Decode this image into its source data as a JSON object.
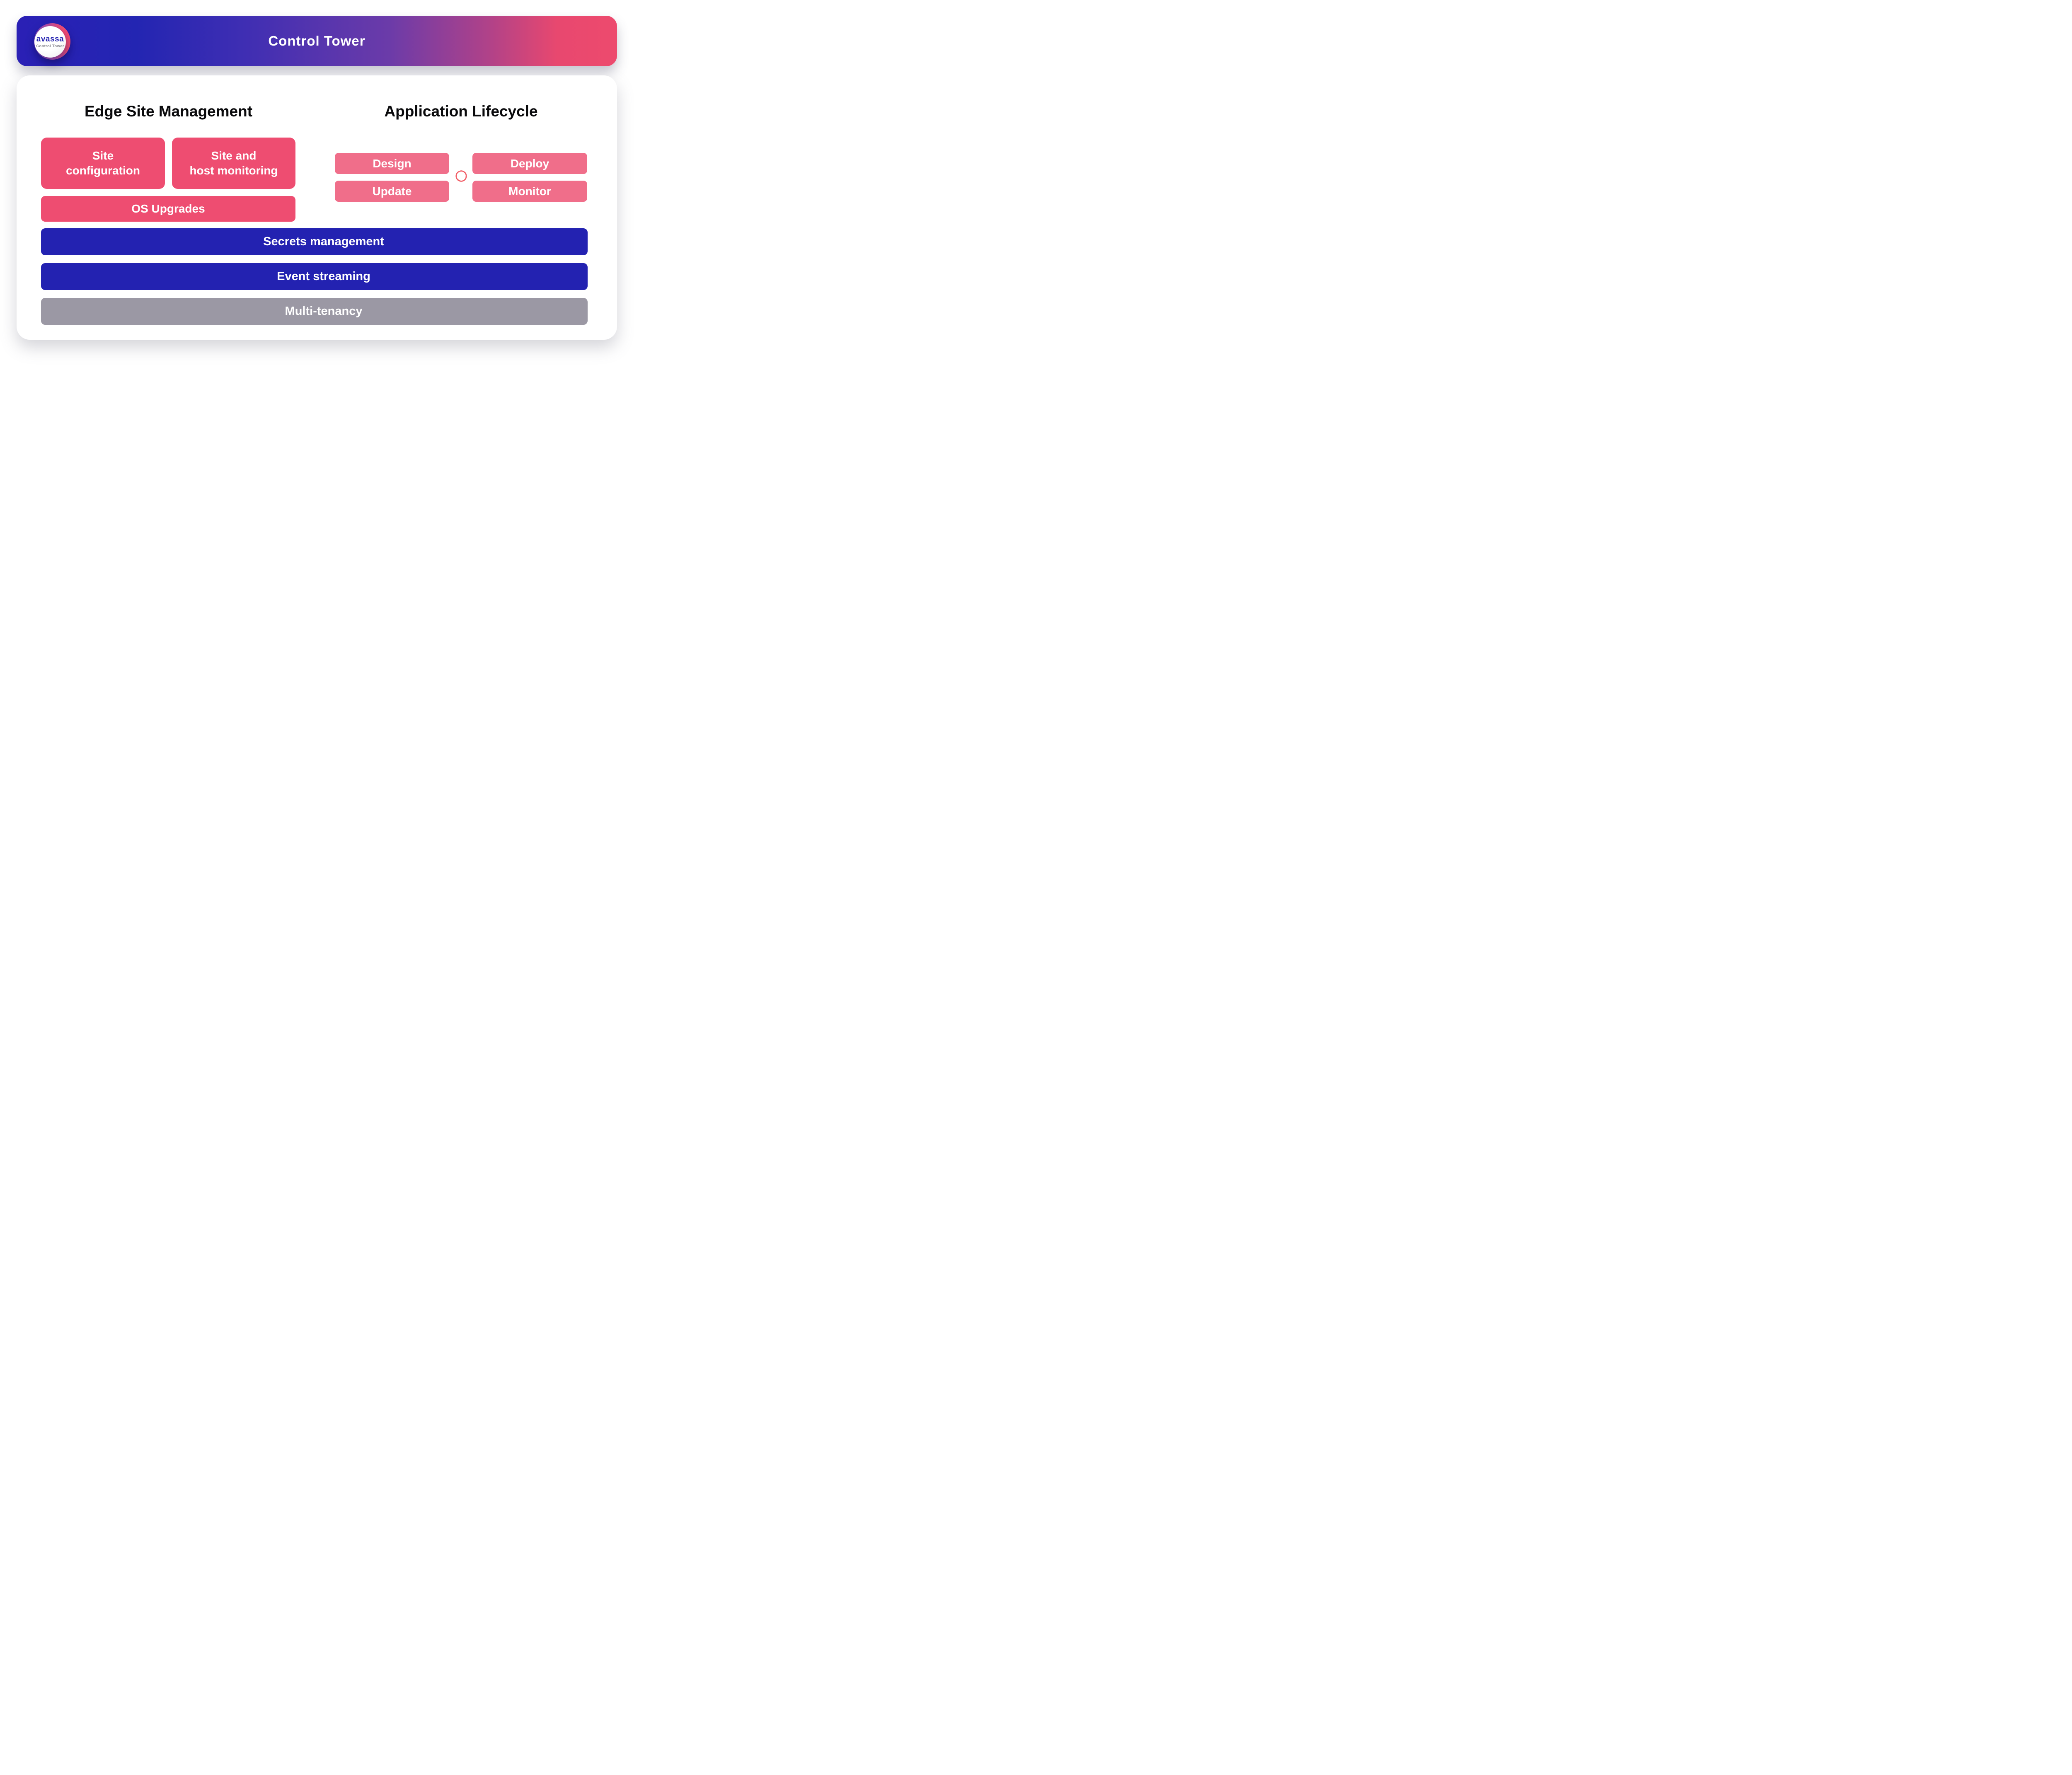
{
  "header": {
    "title": "Control Tower",
    "logo": {
      "brand": "avassa",
      "subtitle": "Control Tower"
    }
  },
  "edge": {
    "title": "Edge Site Management",
    "buttons": [
      {
        "id": "site-configuration",
        "lines": [
          "Site",
          "configuration"
        ]
      },
      {
        "id": "site-host-monitoring",
        "lines": [
          "Site and",
          "host monitoring"
        ]
      },
      {
        "id": "os-upgrades",
        "lines": [
          "OS Upgrades"
        ]
      }
    ]
  },
  "app": {
    "title": "Application Lifecycle",
    "pills": [
      "Design",
      "Deploy",
      "Update",
      "Monitor"
    ],
    "cycle_icon": "cycle-arrows-icon"
  },
  "platform_bars": [
    {
      "label": "Secrets management",
      "color": "#2322b1"
    },
    {
      "label": "Event streaming",
      "color": "#2322b1"
    },
    {
      "label": "Multi-tenancy",
      "color": "#9b98a4"
    }
  ],
  "colors": {
    "header_blue": "#2a20b5",
    "header_pink": "#ed4a6e",
    "pink_dark": "#ee4d71",
    "pink_light": "#f06e8a",
    "blue": "#2322b1",
    "gray": "#9b98a4",
    "icon_red": "#f15b64",
    "logo_blue": "#2d2bb4",
    "logo_gray": "#8b8b93",
    "logo_ring_pink": "#ef4a72"
  }
}
